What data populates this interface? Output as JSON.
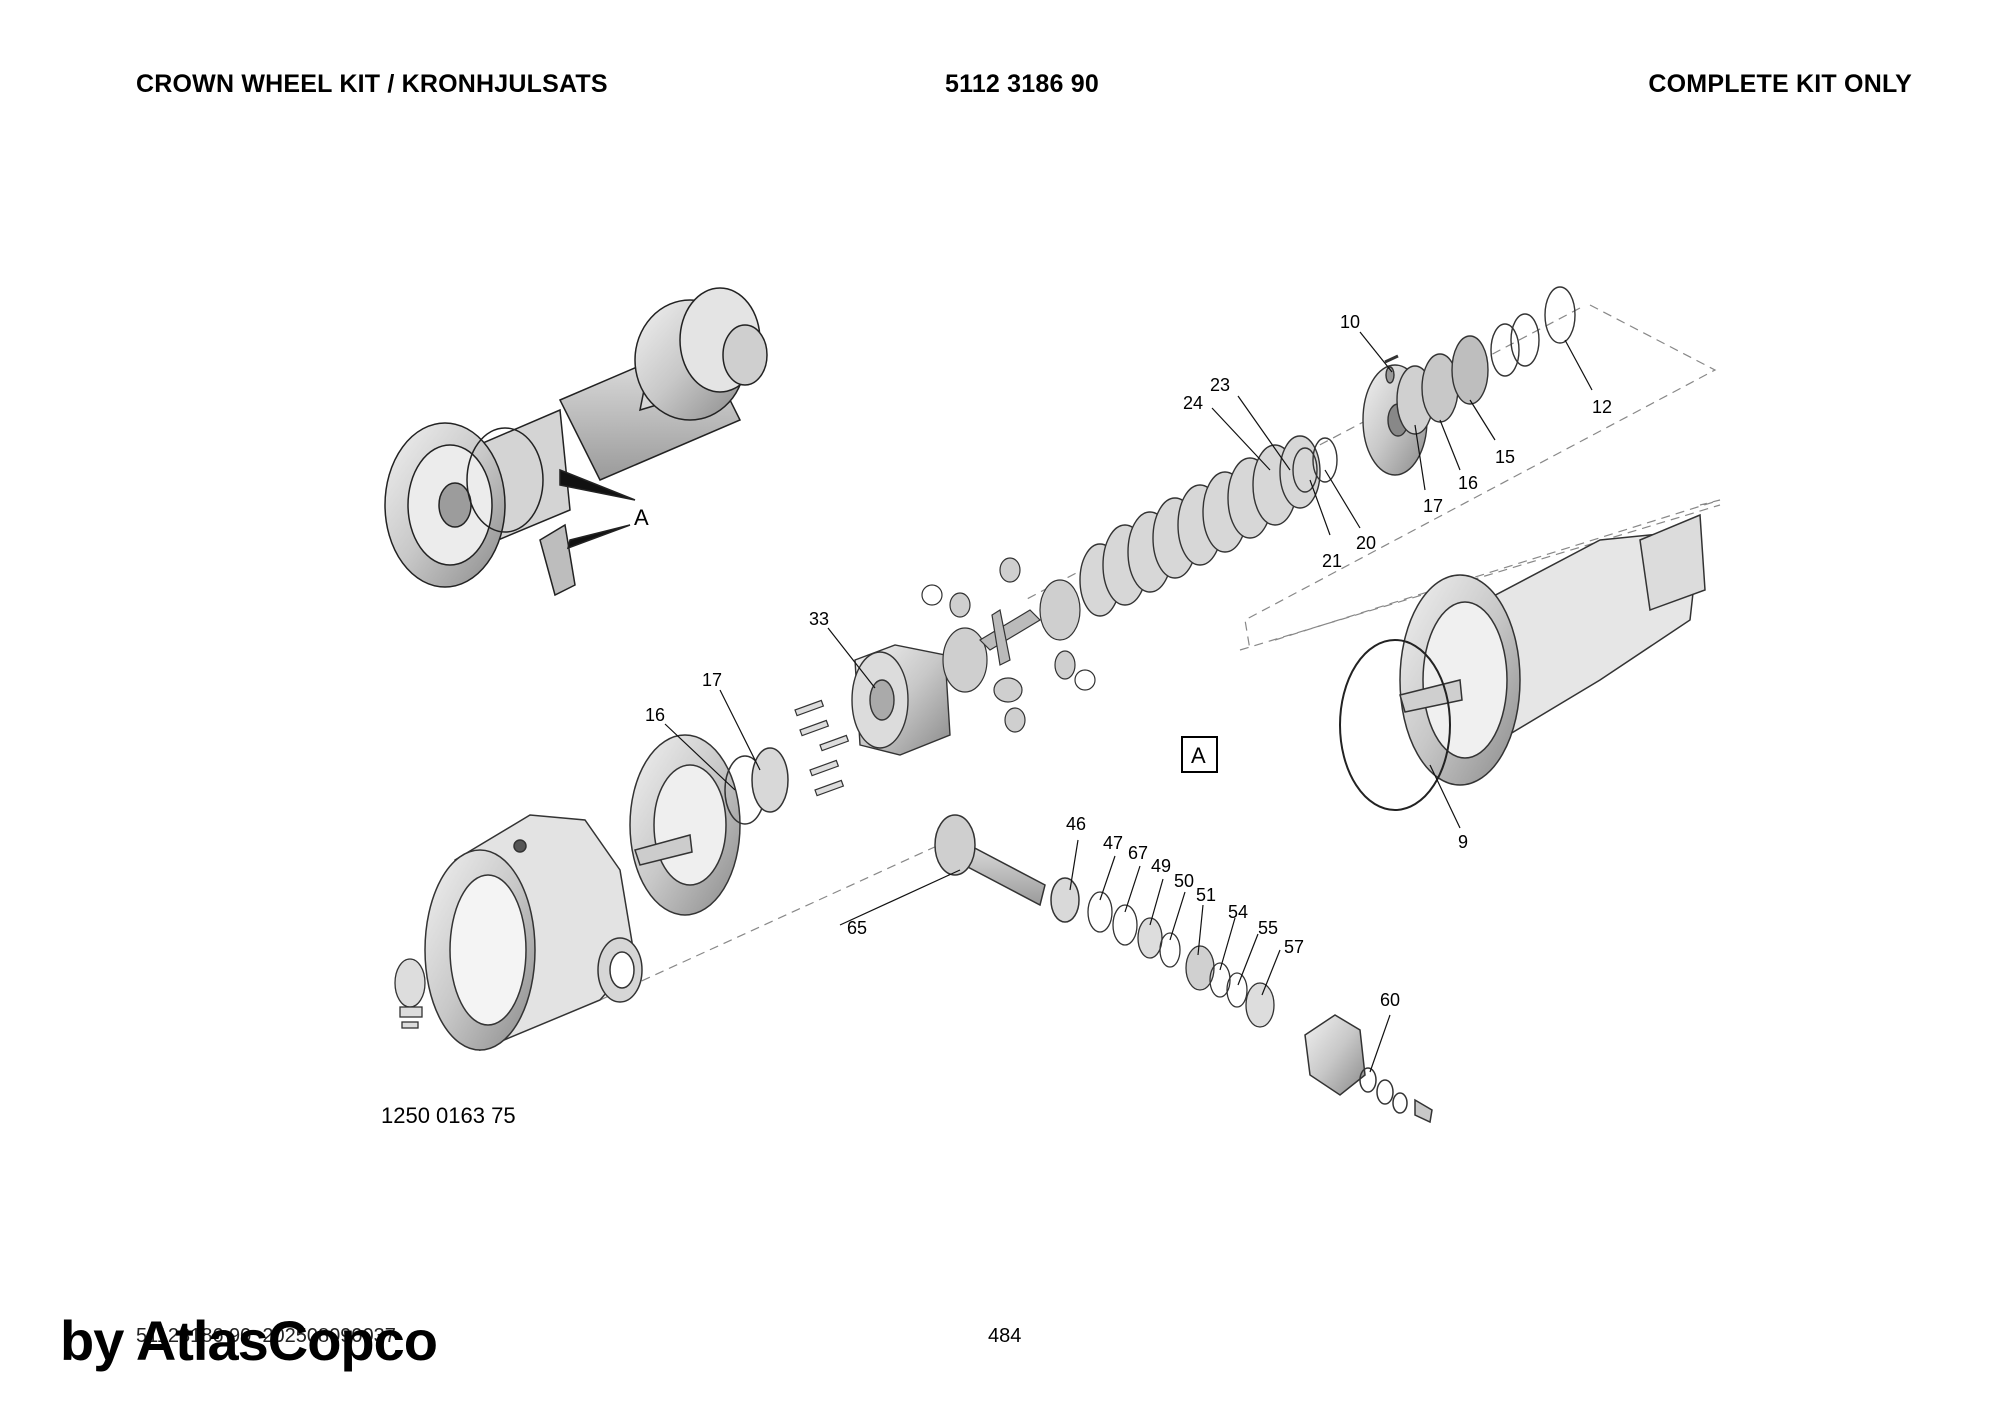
{
  "header": {
    "left": "CROWN WHEEL KIT / KRONHJULSATS",
    "center": "5112 3186 90",
    "right": "COMPLETE KIT ONLY"
  },
  "callouts": [
    "10",
    "23",
    "24",
    "12",
    "15",
    "16",
    "17",
    "21",
    "20",
    "33",
    "17",
    "16",
    "46",
    "47",
    "67",
    "49",
    "50",
    "51",
    "54",
    "55",
    "57",
    "60",
    "65",
    "9"
  ],
  "view_marker": "A",
  "detail_marker": "A",
  "drawing_reference": "1250 0163 75",
  "footer": {
    "doc_id": "51123186 90_202508090037",
    "page": "484",
    "watermark": "by AtlasCopco"
  }
}
